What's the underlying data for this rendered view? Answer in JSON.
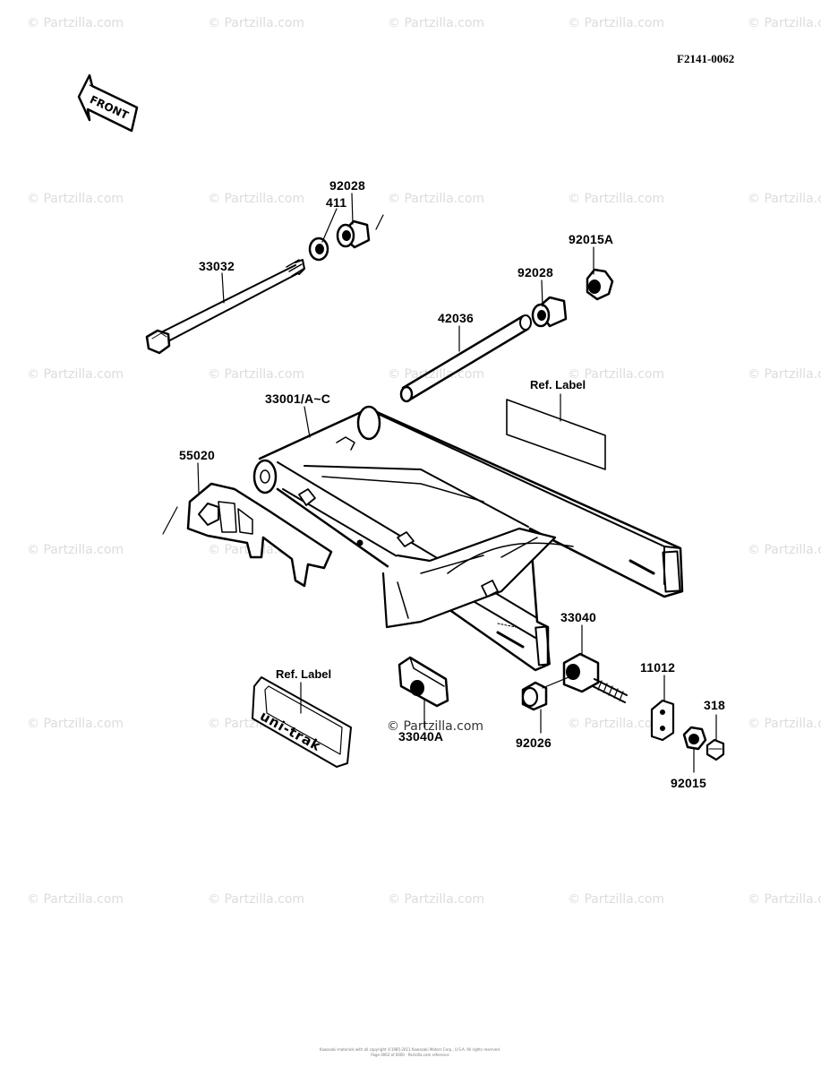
{
  "diagram_code": "F2141-0062",
  "front_arrow_text": "FRONT",
  "watermark_text": "© Partzilla.com",
  "center_watermark_text": "© Partzilla.com",
  "ref_label_text": "Ref. Label",
  "sticker_text": "uni-trak",
  "parts": {
    "p92028_top": "92028",
    "p411": "411",
    "p33032": "33032",
    "p92015A": "92015A",
    "p92028_right": "92028",
    "p42036": "42036",
    "p33001": "33001/A~C",
    "p55020": "55020",
    "p33040": "33040",
    "p11012": "11012",
    "p318": "318",
    "p33040A": "33040A",
    "p92026": "92026",
    "p92015": "92015"
  },
  "footer": {
    "line1": "Kawasaki materials with all copyright ©1985-2011 Kawasaki Motors Corp., U.S.A. All rights reserved.",
    "line2": "Page 0062 of 0000 · Partzilla.com reference"
  }
}
